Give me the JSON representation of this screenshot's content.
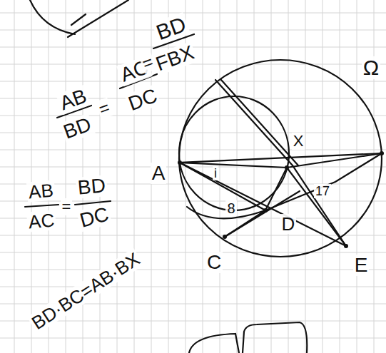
{
  "diagram": {
    "labels": [
      "AB",
      "BD",
      "=",
      "AC",
      "DC",
      "=",
      "BD",
      "FBX",
      "AB",
      "AC",
      "=",
      "BD",
      "DC",
      "BD·BC=AB·BX",
      "Ω",
      "X",
      "A",
      "C",
      "D",
      "E",
      "17",
      "8",
      "i"
    ]
  }
}
